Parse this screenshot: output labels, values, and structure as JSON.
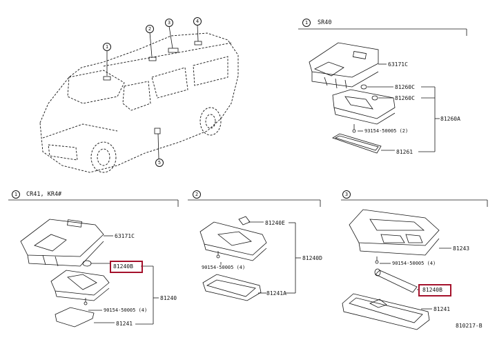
{
  "diagram": {
    "top_right": {
      "callout": "1",
      "title": "SR40",
      "parts": [
        "63171C",
        "81260C",
        "81260C",
        "81260A",
        "93154-50005 (2)",
        "81261"
      ]
    },
    "bottom_left": {
      "callout": "1",
      "title": "CR41, KR4#",
      "parts": [
        "63171C",
        "81240B",
        "81240",
        "90154-50005 (4)",
        "81241"
      ]
    },
    "bottom_middle": {
      "callout": "2",
      "parts": [
        "81240E",
        "81240D",
        "90154-50005 (4)",
        "81241A"
      ]
    },
    "bottom_right": {
      "callout": "3",
      "parts": [
        "81243",
        "90154-50005 (4)",
        "81240B",
        "81241"
      ]
    },
    "van_callouts": [
      "1",
      "2",
      "3",
      "4",
      "5"
    ],
    "footer_code": "810217-B",
    "highlight_color": "#a4102a"
  }
}
